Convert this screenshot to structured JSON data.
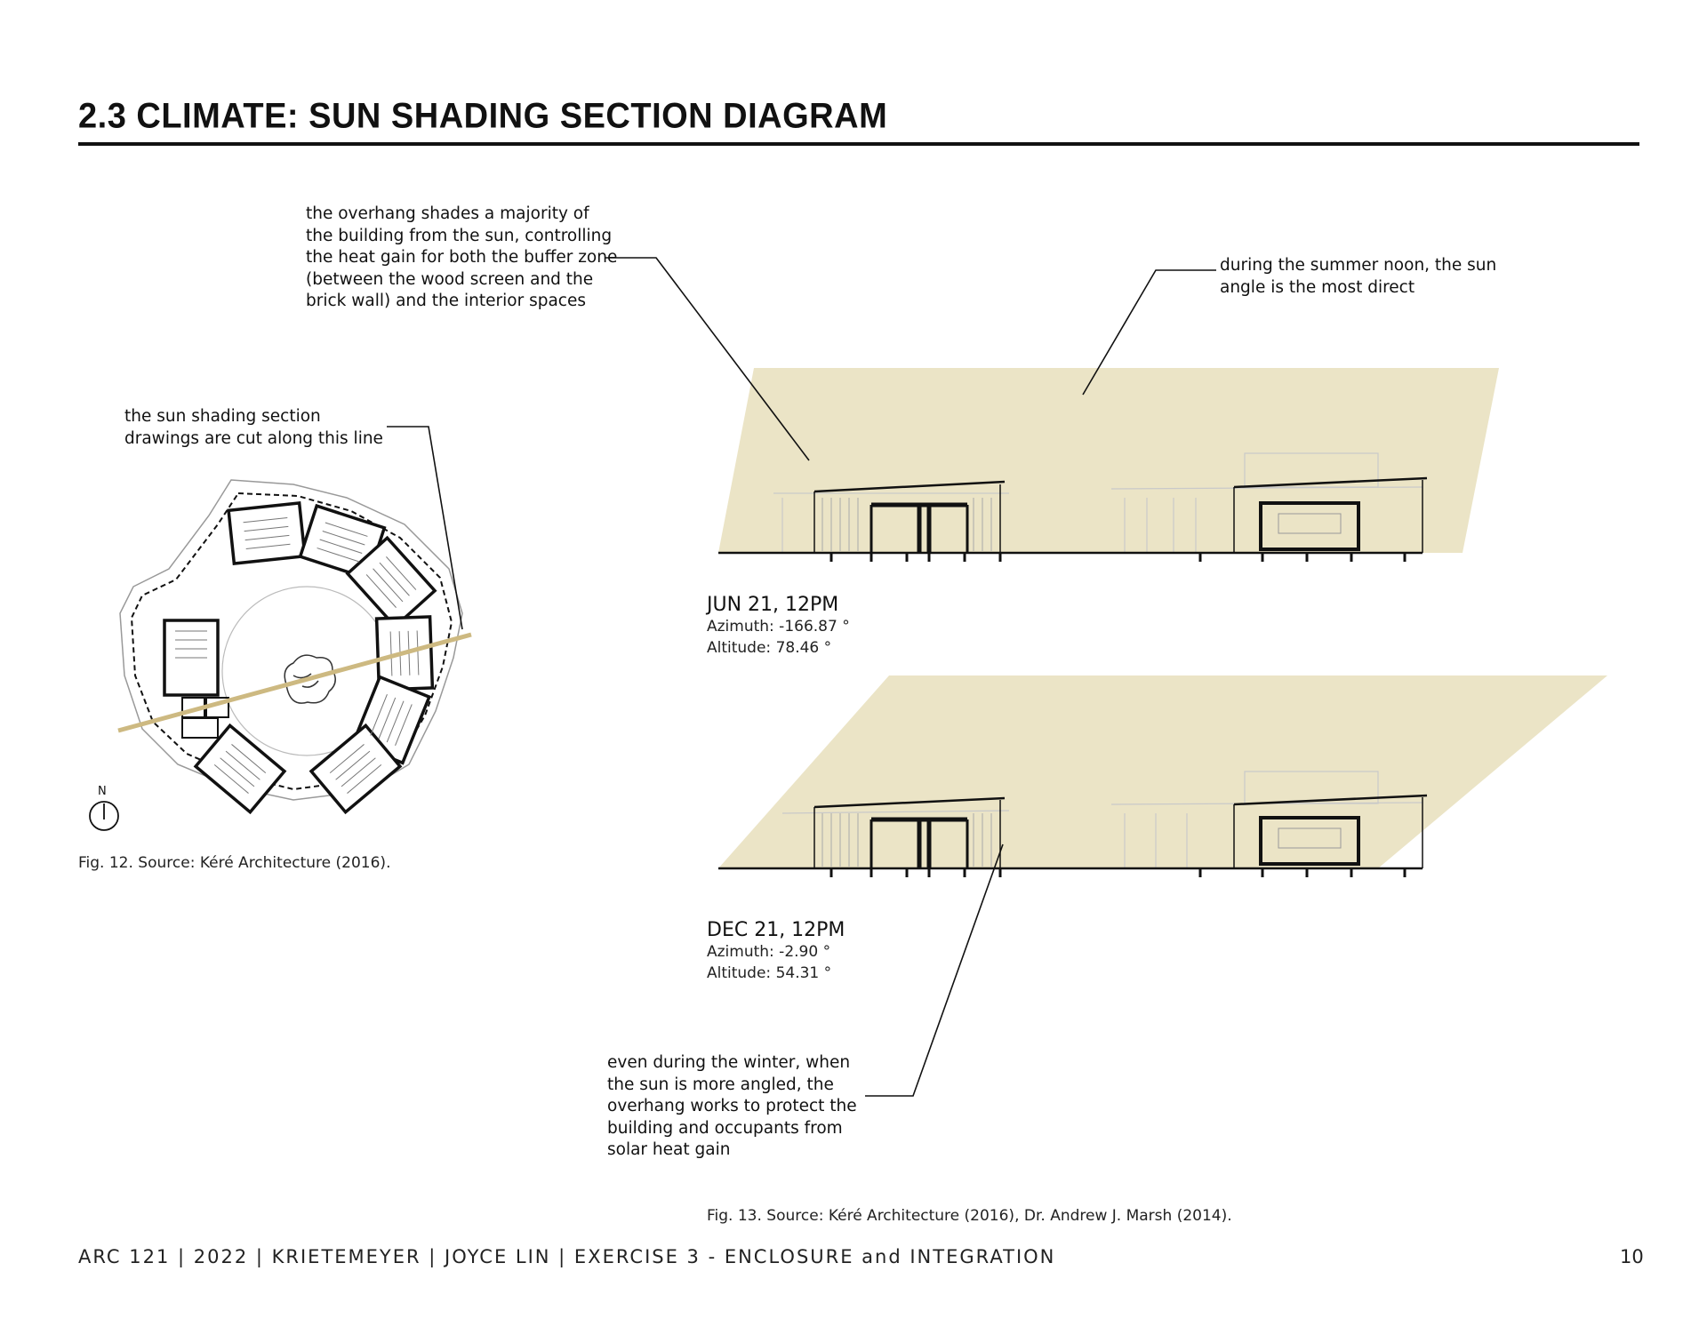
{
  "header": {
    "title": "2.3 CLIMATE: SUN SHADING SECTION DIAGRAM"
  },
  "annotations": {
    "overhang": [
      "the overhang shades a majority of",
      "the building from the sun, controlling",
      "the heat gain for both the buffer zone",
      "(between the wood screen and the",
      "brick wall) and the interior spaces"
    ],
    "summer": [
      "during the summer noon, the sun",
      "angle is the most direct"
    ],
    "section_line": [
      "the sun shading section",
      "drawings are cut along this line"
    ],
    "winter": [
      "even during the winter, when",
      "the sun is more angled, the",
      "overhang works to protect the",
      "building and occupants from",
      "solar heat gain"
    ]
  },
  "plan": {
    "north_label": "N",
    "caption": "Fig. 12. Source: Kéré Architecture (2016)."
  },
  "sun_positions": {
    "june": {
      "date": "JUN 21, 12PM",
      "azimuth": "Azimuth:  -166.87 °",
      "altitude": "Altitude:  78.46 °"
    },
    "december": {
      "date": "DEC 21, 12PM",
      "azimuth": "Azimuth: -2.90 °",
      "altitude": "Altitude: 54.31 °"
    }
  },
  "sections_caption": "Fig. 13. Source: Kéré Architecture (2016), Dr. Andrew J. Marsh (2014).",
  "footer": {
    "text": "ARC 121 | 2022 | KRIETEMEYER | JOYCE LIN | EXERCISE 3 - ENCLOSURE and INTEGRATION",
    "page": "10"
  },
  "colors": {
    "sun_fill": "#ebe4c6",
    "section_line": "#cdb981",
    "ink": "#111111"
  }
}
